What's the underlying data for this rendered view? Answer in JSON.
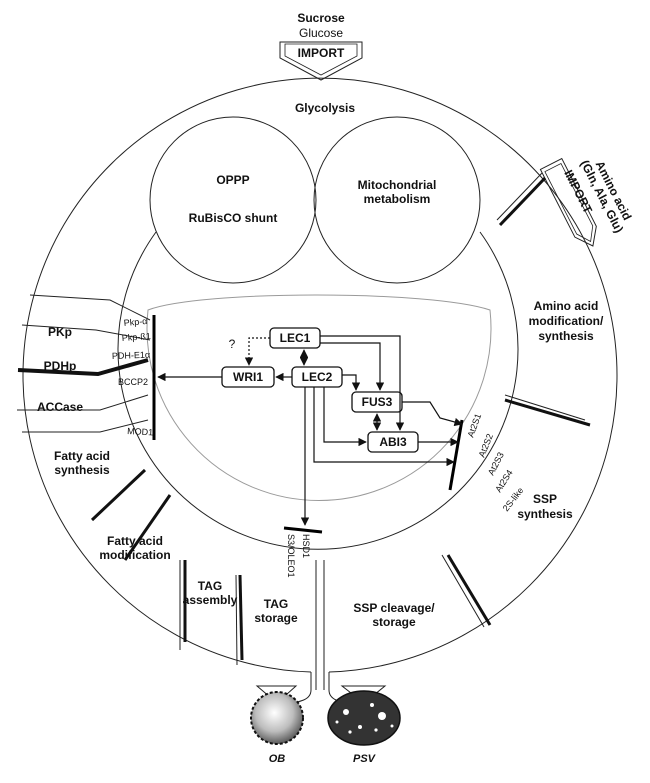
{
  "import_top": {
    "sugar1": "Sucrose",
    "sugar2": "Glucose",
    "label": "IMPORT"
  },
  "amino_import": {
    "line1": "Amino acid",
    "line2": "(Gln, Ala, Glu)",
    "label": "IMPORT"
  },
  "compartments": {
    "glycolysis": "Glycolysis",
    "oppp": "OPPP",
    "rubisco": "RuBisCO shunt",
    "mito1": "Mitochondrial",
    "mito2": "metabolism",
    "pkp": "PKp",
    "pdhp": "PDHp",
    "accase": "ACCase",
    "fas1": "Fatty acid",
    "fas2": "synthesis",
    "fam1": "Fatty acid",
    "fam2": "modification",
    "tag_asm1": "TAG",
    "tag_asm2": "assembly",
    "tag_sto1": "TAG",
    "tag_sto2": "storage",
    "aa_mod1": "Amino acid",
    "aa_mod2": "modification/",
    "aa_mod3": "synthesis",
    "ssp1": "SSP",
    "ssp2": "synthesis",
    "ssp_cl1": "SSP cleavage/",
    "ssp_cl2": "storage"
  },
  "left_genes": [
    "Pkp-α",
    "Pkp-ß1",
    "PDH-E1α",
    "BCCP2",
    "MOD1"
  ],
  "right_genes": [
    "At2S1",
    "At2S2",
    "At2S3",
    "At2S4",
    "2S-like"
  ],
  "bottom_genes": [
    "S3/OLEO1",
    "HSD1"
  ],
  "regulators": {
    "lec1": "LEC1",
    "lec2": "LEC2",
    "wri1": "WRI1",
    "fus3": "FUS3",
    "abi3": "ABI3",
    "unknown": "?"
  },
  "organelles": {
    "ob": "OB",
    "psv": "PSV"
  }
}
